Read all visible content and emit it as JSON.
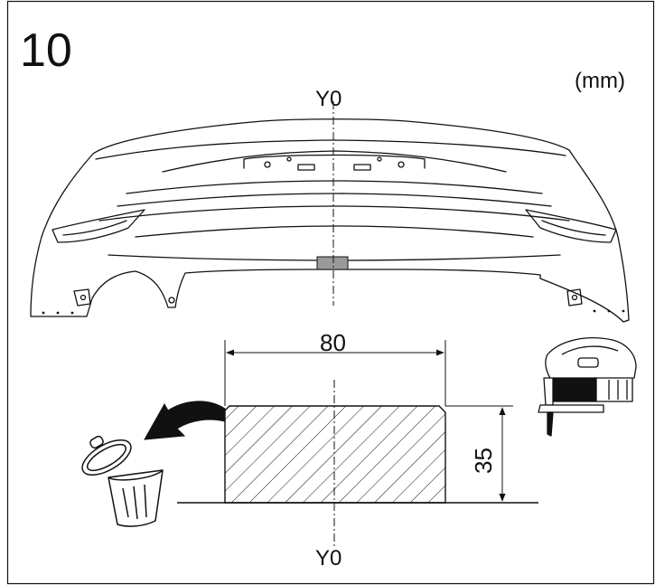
{
  "step_number": "10",
  "unit": "(mm)",
  "axis_label_top": "Y0",
  "axis_label_bottom": "Y0",
  "dimensions": {
    "width_label": "80",
    "height_label": "35",
    "width_mm": 80,
    "height_mm": 35
  },
  "icons": {
    "part": "rear-bumper-cover-icon",
    "tool": "jigsaw-icon",
    "discard": "trash-can-icon",
    "direction": "curved-arrow-icon"
  },
  "colors": {
    "line": "#111111",
    "cut_marker": "#9a9a9a",
    "background": "#ffffff"
  }
}
